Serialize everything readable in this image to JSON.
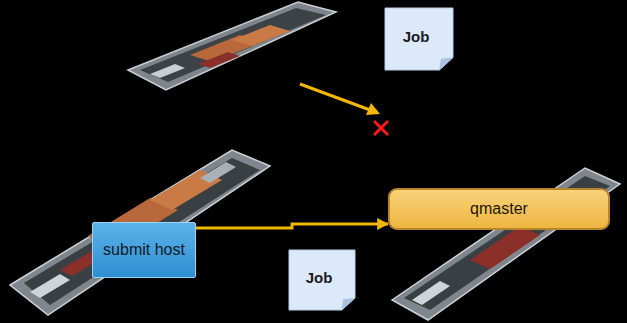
{
  "diagram": {
    "nodes": [
      {
        "text": [
          "Job"
        ]
      },
      {
        "text": [
          "submit host"
        ]
      },
      {
        "text": [
          "qmaster"
        ]
      },
      {
        "text": [
          "Job"
        ]
      }
    ],
    "edges": [
      {
        "from": 1,
        "to": 2,
        "arrow": "to"
      }
    ]
  }
}
